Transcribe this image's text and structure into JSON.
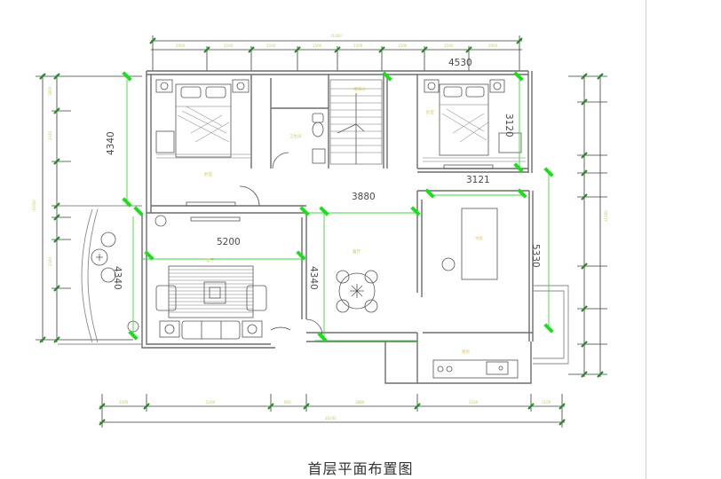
{
  "title": "首层平面布置图",
  "dims": {
    "top_right": "4530",
    "left_bedroom_h": "4340",
    "right_bedroom_w": "3121",
    "right_bedroom_h": "3120",
    "hall_w": "3880",
    "living_w": "5200",
    "living_h": "4340",
    "balcony_h": "4340",
    "kitchen_h": "5330"
  },
  "rooms": {
    "bedroom_left": "卧室",
    "bedroom_right": "卧室",
    "bathroom": "卫生间",
    "stair": "楼梯间",
    "living": "客厅",
    "dining": "餐厅",
    "kitchen": "厨房",
    "study": "书房"
  },
  "colors": {
    "wall": "#6d6d6d",
    "accent_green": "#19e019",
    "dimension": "#3d3d3d",
    "room_label": "#d7c95a"
  }
}
